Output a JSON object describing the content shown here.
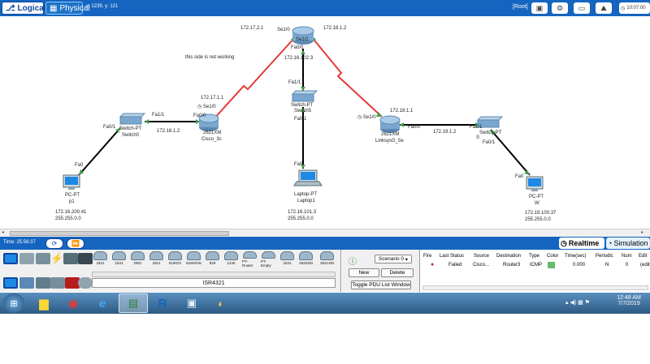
{
  "topbar": {
    "logical_label": "Logical",
    "physical_label": "Physical",
    "coords": "x: 1239, y: 121",
    "root_label": "[Root]",
    "clock": "10:07:00"
  },
  "workspace": {
    "note": "this side is not working",
    "devices": {
      "router3": {
        "ip_left": "172.17.2.1",
        "ip_right": "172.18.1.2",
        "port_left": "Se1/0",
        "port_right": "Se1/1",
        "port_down": "Fa0/0",
        "ip_down": "172.16.102.3"
      },
      "switch5": {
        "type": "Switch-PT",
        "name": "Switch5",
        "port_up": "Fa1/1",
        "port_down": "Fa0/1"
      },
      "cisco3c": {
        "ip": "172.17.1.1",
        "port_se": "Se1/0",
        "port_fa": "Fa0/0",
        "model": "2621XM",
        "name": "Cisco_3c",
        "ip_lan": "172.16.1.2"
      },
      "switch0": {
        "type": "Switch-PT",
        "name": "Switch0",
        "port_left": "Fa0/1",
        "port_right": "Fa1/1"
      },
      "pc1": {
        "port": "Fa0",
        "type": "PC-PT",
        "name": "p1",
        "ip": "172.16.200.41",
        "mask": "255.255.0.0"
      },
      "laptop1": {
        "port": "Fa0",
        "type": "Laptop-PT",
        "name": "Laptop1",
        "ip": "172.16.101.3",
        "mask": "255.255.0.0"
      },
      "linksys": {
        "ip": "172.18.1.1",
        "port_se": "Se1/0",
        "port_fa": "Fa0/0",
        "model": "2621XM",
        "name": "LinksysG_5e",
        "ip_lan": "172.19.1.2"
      },
      "switch_right": {
        "port_left": "Fa1/1",
        "label": "Switch-PT",
        "name": "S",
        "port_down": "Fa0/1"
      },
      "pcw": {
        "port": "Fa0",
        "type": "PC-PT",
        "name": "W",
        "ip": "172.19.100.37",
        "mask": "255.255.0.0"
      }
    }
  },
  "timebar": {
    "time": "Time: 25:56:37",
    "realtime_label": "Realtime",
    "simulation_label": "Simulation"
  },
  "device_panel": {
    "models": [
      "4321",
      "1941",
      "2901",
      "2911",
      "819IOX",
      "819HGW",
      "829",
      "1240",
      "PT-Router",
      "PT-Empty",
      "1841",
      "2620XM",
      "2621XM"
    ],
    "selected": "ISR4321"
  },
  "pdu_panel": {
    "scenario": "Scenario 0",
    "new_label": "New",
    "delete_label": "Delete",
    "toggle_label": "Toggle PDU List Window"
  },
  "event_panel": {
    "headers": [
      "Fire",
      "Last Status",
      "Source",
      "Destination",
      "Type",
      "Color",
      "Time(sec)",
      "Periodic",
      "Num",
      "Edit"
    ],
    "row": {
      "status": "Failed",
      "source": "Cisco...",
      "destination": "Router3",
      "type": "ICMP",
      "color": "#66bb6a",
      "time": "0.000",
      "periodic": "N",
      "num": "0",
      "edit": "(edit"
    }
  },
  "taskbar": {
    "time": "12:48 AM",
    "date": "7/7/2019"
  }
}
